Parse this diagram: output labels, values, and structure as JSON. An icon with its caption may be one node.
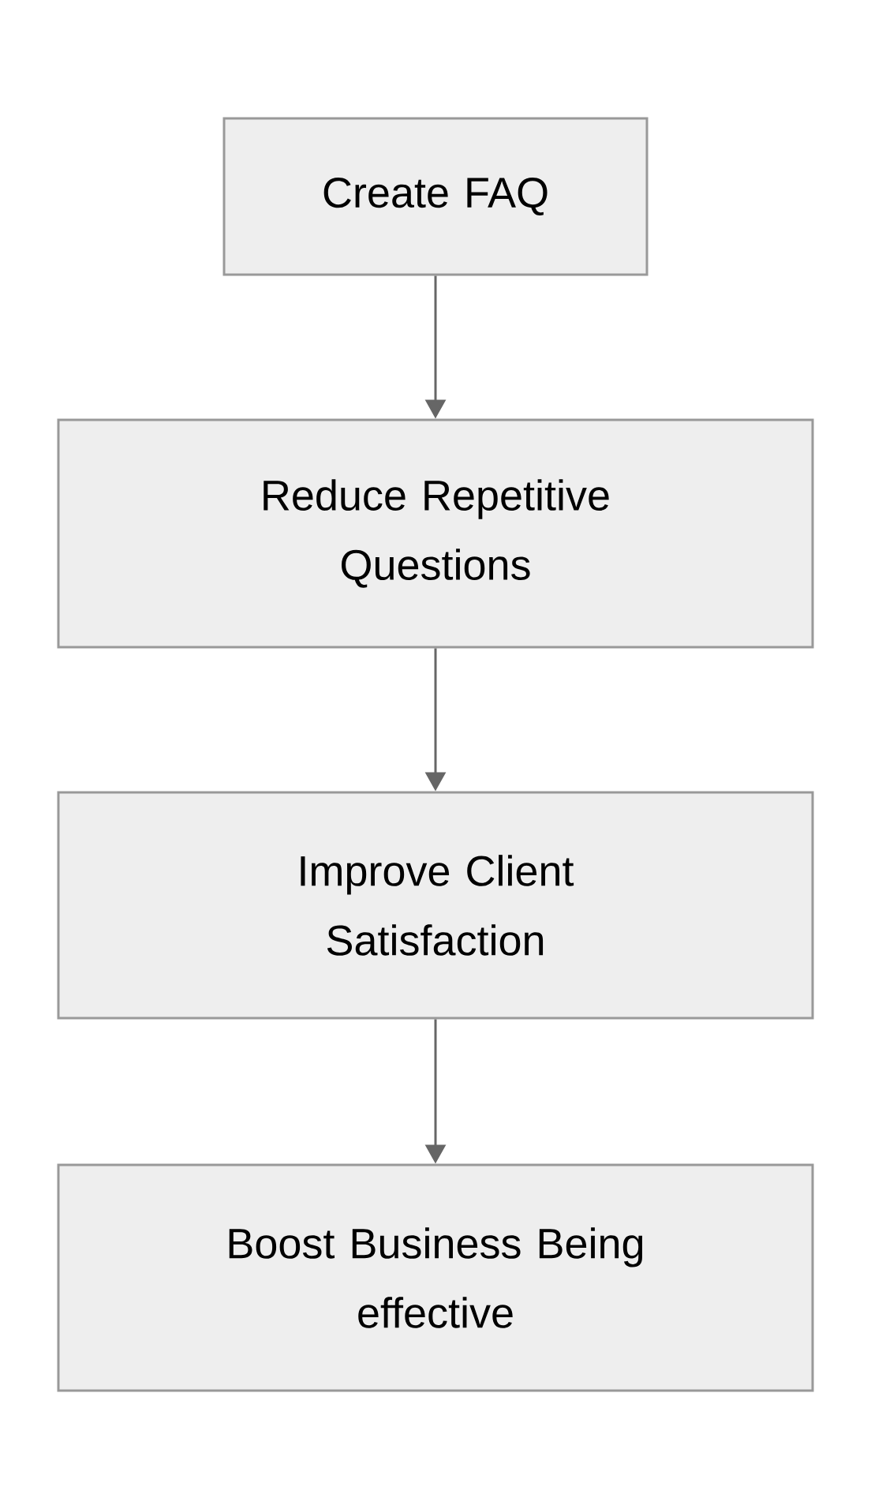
{
  "diagram": {
    "nodes": [
      {
        "text": [
          "Create FAQ"
        ]
      },
      {
        "text": [
          "Reduce Repetitive Questions"
        ]
      },
      {
        "text": [
          "Improve Client Satisfaction"
        ]
      },
      {
        "text": [
          "Boost Business Being effective"
        ]
      }
    ],
    "edges": [
      {
        "from": 0,
        "to": 1,
        "arrow": "to"
      },
      {
        "from": 1,
        "to": 2,
        "arrow": "to"
      },
      {
        "from": 2,
        "to": 3,
        "arrow": "to"
      }
    ]
  }
}
